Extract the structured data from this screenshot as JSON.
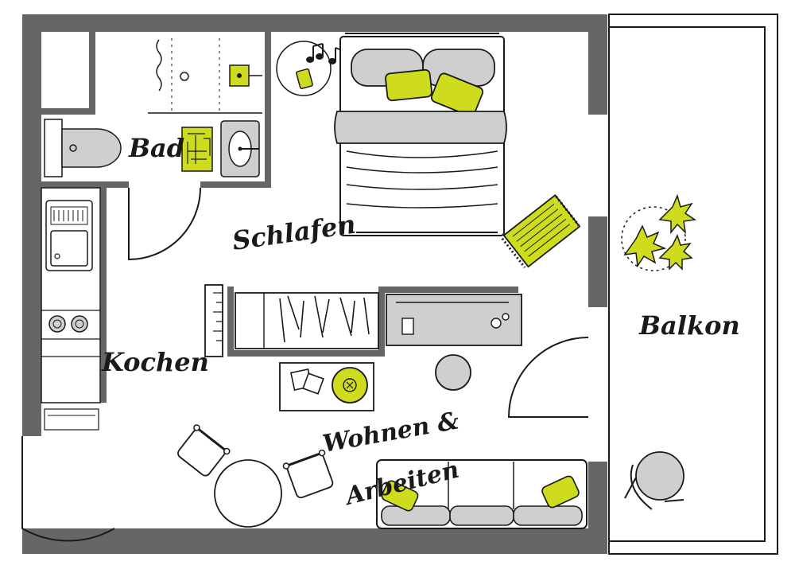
{
  "colors": {
    "wall": "#666666",
    "furniture_fill": "#cfcfcf",
    "accent": "#cfdc1e",
    "line": "#1a1a1a",
    "background": "#ffffff"
  },
  "rooms": {
    "bad": "Bad",
    "schlafen": "Schlafen",
    "kochen": "Kochen",
    "wohnen": "Wohnen &",
    "arbeiten": "Arbeiten",
    "balkon": "Balkon"
  },
  "icons": [
    "music-notes-icon",
    "plant-icon",
    "bed-icon",
    "sofa-icon",
    "stove-icon",
    "sink-icon",
    "toilet-icon",
    "shower-icon"
  ]
}
